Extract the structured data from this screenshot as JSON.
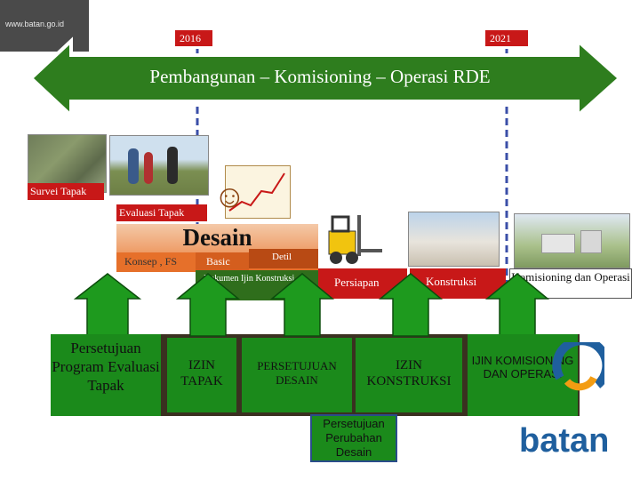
{
  "header": {
    "url": "www.batan.go.id",
    "year_start": "2016",
    "year_end": "2021",
    "banner": "Pembangunan – Komisioning – Operasi RDE"
  },
  "stages": {
    "survei": "Survei Tapak",
    "evaluasi": "Evaluasi Tapak",
    "desain": "Desain",
    "konsep": "Konsep , FS",
    "basic": "Basic",
    "detil": "Detil",
    "dokumen": "Dokumen Ijin Konstruksi",
    "persiapan": "Persiapan",
    "konstruksi": "Konstruksi",
    "komisioning": "Komisioning dan Operasi"
  },
  "approvals": {
    "program": "Persetujuan Program Evaluasi Tapak",
    "izin_tapak": "IZIN TAPAK",
    "persetujuan_desain": "PERSETUJUAN DESAIN",
    "izin_konstruksi": "IZIN KONSTRUKSI",
    "ijin_komisioning": "IJIN KOMISIONING DAN OPERASI",
    "perubahan": "Persetujuan Perubahan Desain"
  },
  "logo": {
    "text": "batan",
    "color": "#1f5f9e",
    "accent": "#f39c12"
  },
  "colors": {
    "banner_green": "#2e7d1e",
    "label_red": "#c81818",
    "arrow_green": "#1e9a1e",
    "approval_green": "#1b8a1b"
  }
}
